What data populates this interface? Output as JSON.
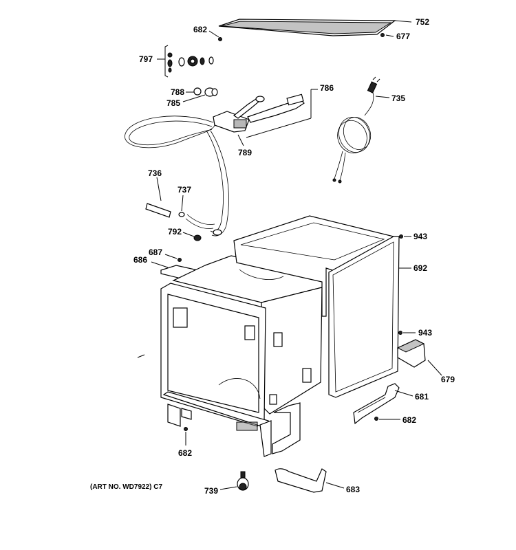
{
  "caption": "(ART NO. WD7922) C7",
  "labels": {
    "p752": "752",
    "p682a": "682",
    "p677": "677",
    "p797": "797",
    "p788": "788",
    "p785": "785",
    "p786": "786",
    "p735": "735",
    "p789": "789",
    "p736": "736",
    "p737": "737",
    "p792": "792",
    "p687": "687",
    "p686": "686",
    "p943a": "943",
    "p692": "692",
    "p943b": "943",
    "p679": "679",
    "p681": "681",
    "p682b": "682",
    "p682c": "682",
    "p739": "739",
    "p683": "683"
  }
}
